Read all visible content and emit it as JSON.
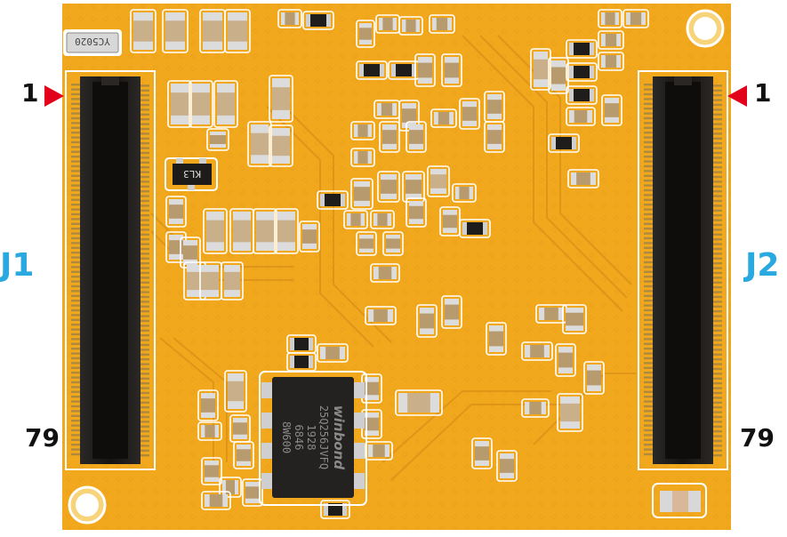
{
  "labels": {
    "left_connector": "J1",
    "right_connector": "J2",
    "left_pin_first": "1",
    "left_pin_last": "79",
    "right_pin_first": "1",
    "right_pin_last": "79"
  },
  "markings": {
    "crystal": "YC5020",
    "sot_chip": "KL3",
    "flash_lines": [
      "winbond",
      "25Q256JVFQ",
      "1928",
      "6846",
      "8W600"
    ]
  },
  "colors": {
    "pcb": "#f2a81d",
    "silkscreen": "#ffffff",
    "connector": "#1e1c1a",
    "pins": "#b08a3c",
    "pin_marker": "#e3001b",
    "connector_label": "#2aa8e0"
  },
  "icons": [
    "red-triangle-pin-marker"
  ]
}
